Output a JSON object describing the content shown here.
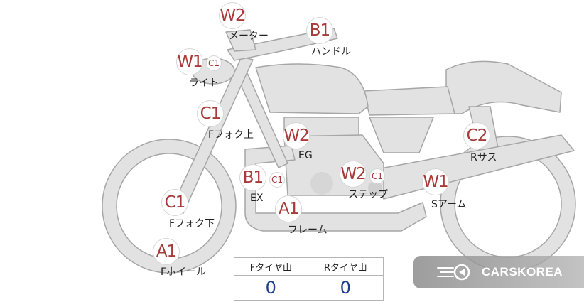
{
  "parts": [
    {
      "id": "meter",
      "code": "W2",
      "label": "メーター"
    },
    {
      "id": "handle",
      "code": "B1",
      "label": "ハンドル"
    },
    {
      "id": "light",
      "code": "W1",
      "sub": "C1",
      "label": "ライト"
    },
    {
      "id": "f-fork-upper",
      "code": "C1",
      "label": "Fフォク上"
    },
    {
      "id": "eg",
      "code": "W2",
      "label": "EG"
    },
    {
      "id": "r-sus",
      "code": "C2",
      "label": "Rサス"
    },
    {
      "id": "ex",
      "code": "B1",
      "sub": "C1",
      "label": "EX"
    },
    {
      "id": "step",
      "code": "W2",
      "sub": "C1",
      "label": "ステップ"
    },
    {
      "id": "s-arm",
      "code": "W1",
      "label": "Sアーム"
    },
    {
      "id": "f-fork-lower",
      "code": "C1",
      "label": "Fフォク下"
    },
    {
      "id": "frame",
      "code": "A1",
      "label": "フレーム"
    },
    {
      "id": "f-wheel",
      "code": "A1",
      "label": "Fホイール"
    }
  ],
  "tire_table": {
    "headers": [
      "Fタイヤ山",
      "Rタイヤ山"
    ],
    "values": [
      "0",
      "0"
    ]
  },
  "watermark": {
    "text": "CARSKOREA"
  },
  "colors": {
    "marker_text": "#a83a3a",
    "value_text": "#1f3f8a",
    "bike_fill": "#e2e2e2",
    "bike_stroke": "#a6a6a6"
  }
}
